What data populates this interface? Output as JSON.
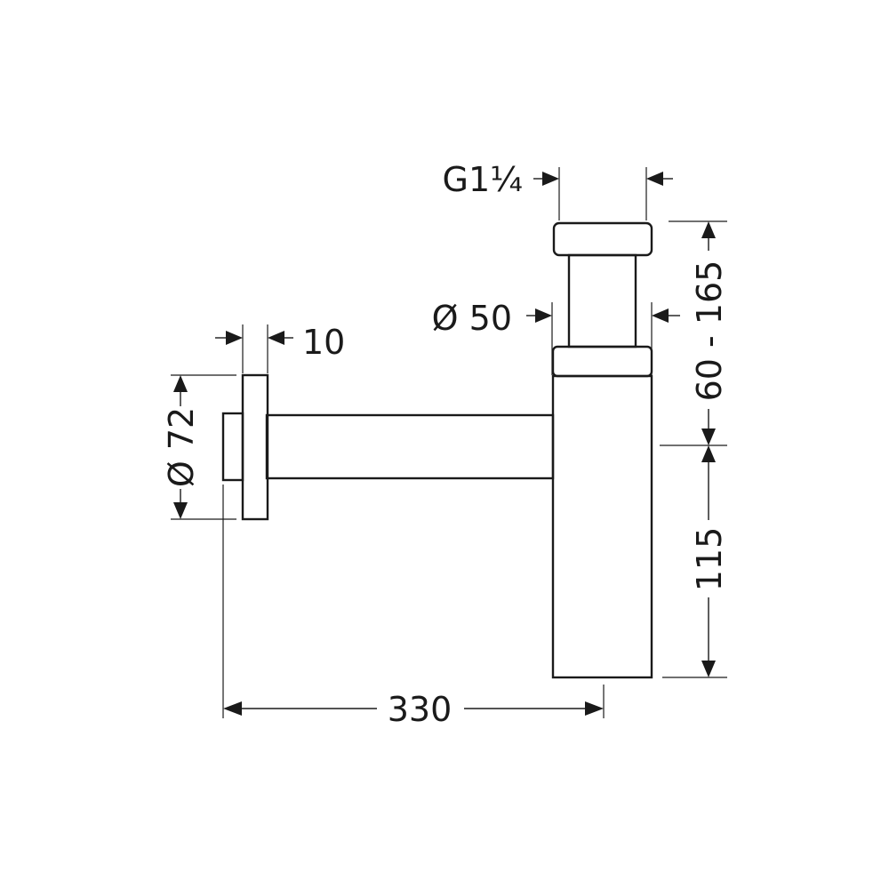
{
  "dimensions": {
    "thread": "G1¼",
    "pipe_diameter": "Ø 50",
    "rosette_thickness": "10",
    "rosette_diameter": "Ø 72",
    "height_range": "60 - 165",
    "body_height": "115",
    "projection": "330"
  },
  "colors": {
    "line": "#1a1a1a",
    "background": "#ffffff"
  }
}
